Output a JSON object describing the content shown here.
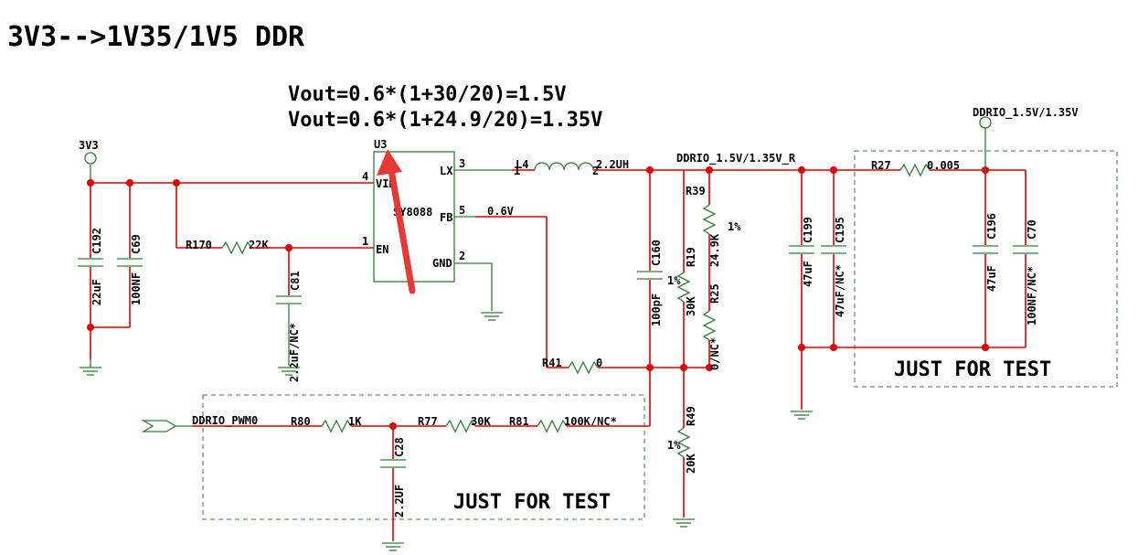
{
  "title": "3V3-->1V35/1V5 DDR",
  "formulas": [
    "Vout=0.6*(1+30/20)=1.5V",
    "Vout=0.6*(1+24.9/20)=1.35V"
  ],
  "nets": {
    "vin": "3V3",
    "vout_r": "DDRIO_1.5V/1.35V_R",
    "vout": "DDRIO_1.5V/1.35V",
    "pwm": "DDRIO_PWM0",
    "fb_voltage": "0.6V"
  },
  "ic": {
    "ref": "U3",
    "part": "SY8088",
    "pins": {
      "vin": {
        "num": "4",
        "name": "VIN"
      },
      "en": {
        "num": "1",
        "name": "EN"
      },
      "lx": {
        "num": "3",
        "name": "LX"
      },
      "fb": {
        "num": "5",
        "name": "FB"
      },
      "gnd": {
        "num": "2",
        "name": "GND"
      }
    }
  },
  "components": {
    "C192": {
      "ref": "C192",
      "value": "22uF"
    },
    "C69": {
      "ref": "C69",
      "value": "100NF"
    },
    "R170": {
      "ref": "R170",
      "value": "22K"
    },
    "C81": {
      "ref": "C81",
      "value": "2.2uF/NC*"
    },
    "L4": {
      "ref": "L4",
      "value": "2.2UH",
      "pin1": "1",
      "pin2": "2"
    },
    "C160": {
      "ref": "C160",
      "value": "100pF"
    },
    "R39": {
      "ref": "R39",
      "value": "24.9K",
      "tol": "1%"
    },
    "R19": {
      "ref": "R19",
      "value": "30K",
      "tol": "1%"
    },
    "R25": {
      "ref": "R25",
      "value": "0/NC*"
    },
    "R41": {
      "ref": "R41",
      "value": "0"
    },
    "R49": {
      "ref": "R49",
      "value": "20K",
      "tol": "1%"
    },
    "C199": {
      "ref": "C199",
      "value": "47uF"
    },
    "C195": {
      "ref": "C195",
      "value": "47uF/NC*"
    },
    "R27": {
      "ref": "R27",
      "value": "0.005"
    },
    "C196": {
      "ref": "C196",
      "value": "47uF"
    },
    "C70": {
      "ref": "C70",
      "value": "100NF/NC*"
    },
    "R80": {
      "ref": "R80",
      "value": "1K"
    },
    "R77": {
      "ref": "R77",
      "value": "30K"
    },
    "R81": {
      "ref": "R81",
      "value": "100K/NC*"
    },
    "C28": {
      "ref": "C28",
      "value": "2.2UF"
    }
  },
  "test_boxes": [
    "JUST FOR TEST",
    "JUST FOR TEST"
  ],
  "colors": {
    "wire": "#e00000",
    "symbol": "#2e7d32",
    "arrow": "#e53935",
    "text": "#000000"
  }
}
